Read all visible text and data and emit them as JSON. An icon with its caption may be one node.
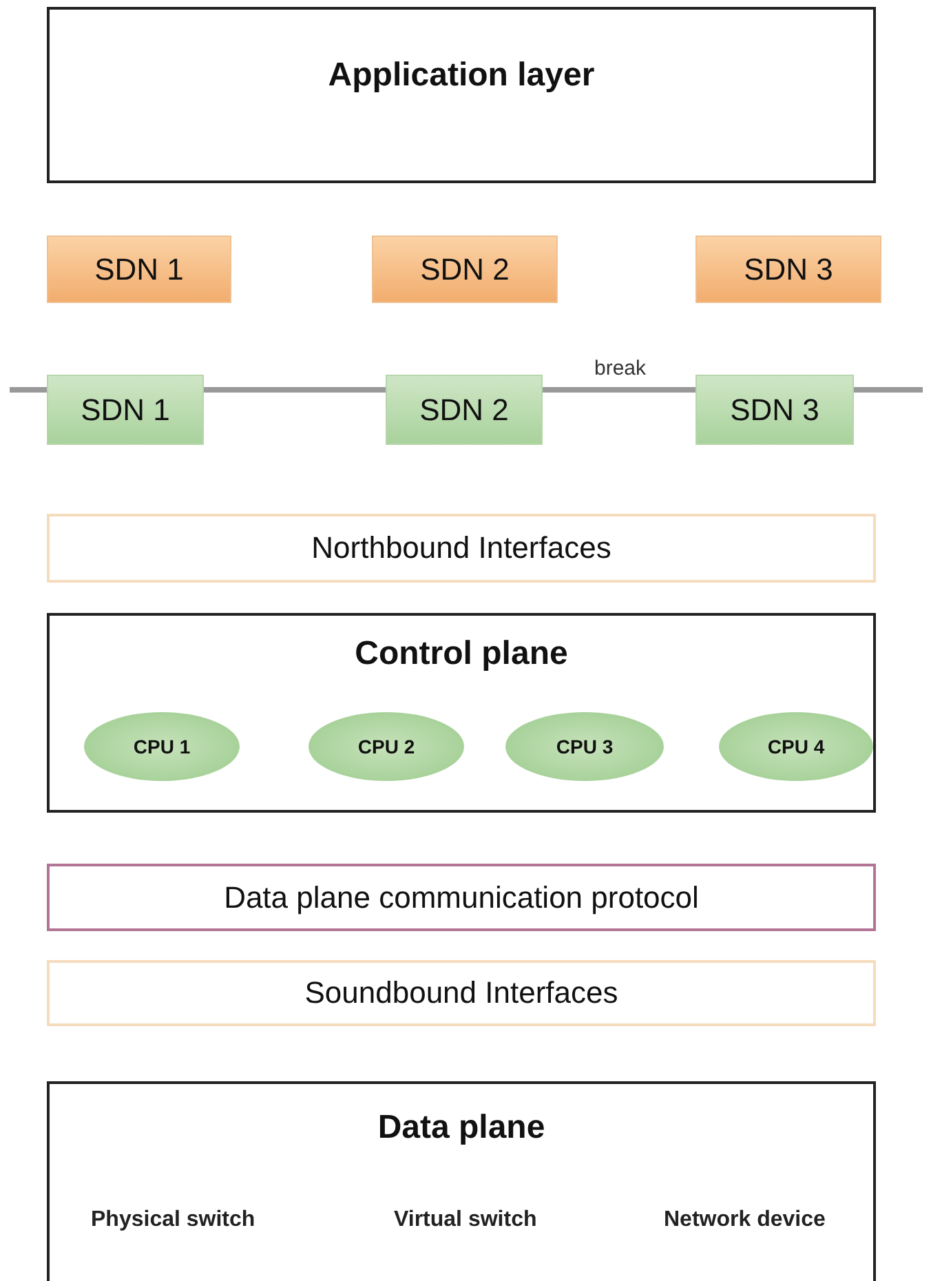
{
  "diagram": {
    "nodes": [
      {
        "text": [
          "Application layer"
        ]
      },
      {
        "text": [
          "SDN 1"
        ]
      },
      {
        "text": [
          "SDN 2"
        ]
      },
      {
        "text": [
          "SDN 3"
        ]
      },
      {
        "text": [
          "SDN 1"
        ]
      },
      {
        "text": [
          "SDN 2"
        ]
      },
      {
        "text": [
          "SDN 3"
        ]
      },
      {
        "text": [
          "Northbound Interfaces"
        ]
      },
      {
        "text": [
          "Control plane"
        ]
      },
      {
        "text": [
          "CPU 1"
        ],
        "in": 8
      },
      {
        "text": [
          "CPU 2"
        ],
        "in": 8
      },
      {
        "text": [
          "CPU 3"
        ],
        "in": 8
      },
      {
        "text": [
          "CPU 4"
        ],
        "in": 8
      },
      {
        "text": [
          "Data plane communication protocol"
        ]
      },
      {
        "text": [
          "Soundbound Interfaces"
        ]
      },
      {
        "text": [
          "Data plane"
        ]
      }
    ],
    "edges": [
      {
        "from": null,
        "to": 4,
        "arrow": "none"
      },
      {
        "from": 4,
        "to": 5,
        "arrow": "none"
      },
      {
        "from": 5,
        "to": 6,
        "label": "break",
        "arrow": "none"
      },
      {
        "from": 6,
        "to": null,
        "arrow": "none"
      }
    ],
    "labels": [
      "Physical switch",
      "Virtual switch",
      "Network device"
    ]
  }
}
